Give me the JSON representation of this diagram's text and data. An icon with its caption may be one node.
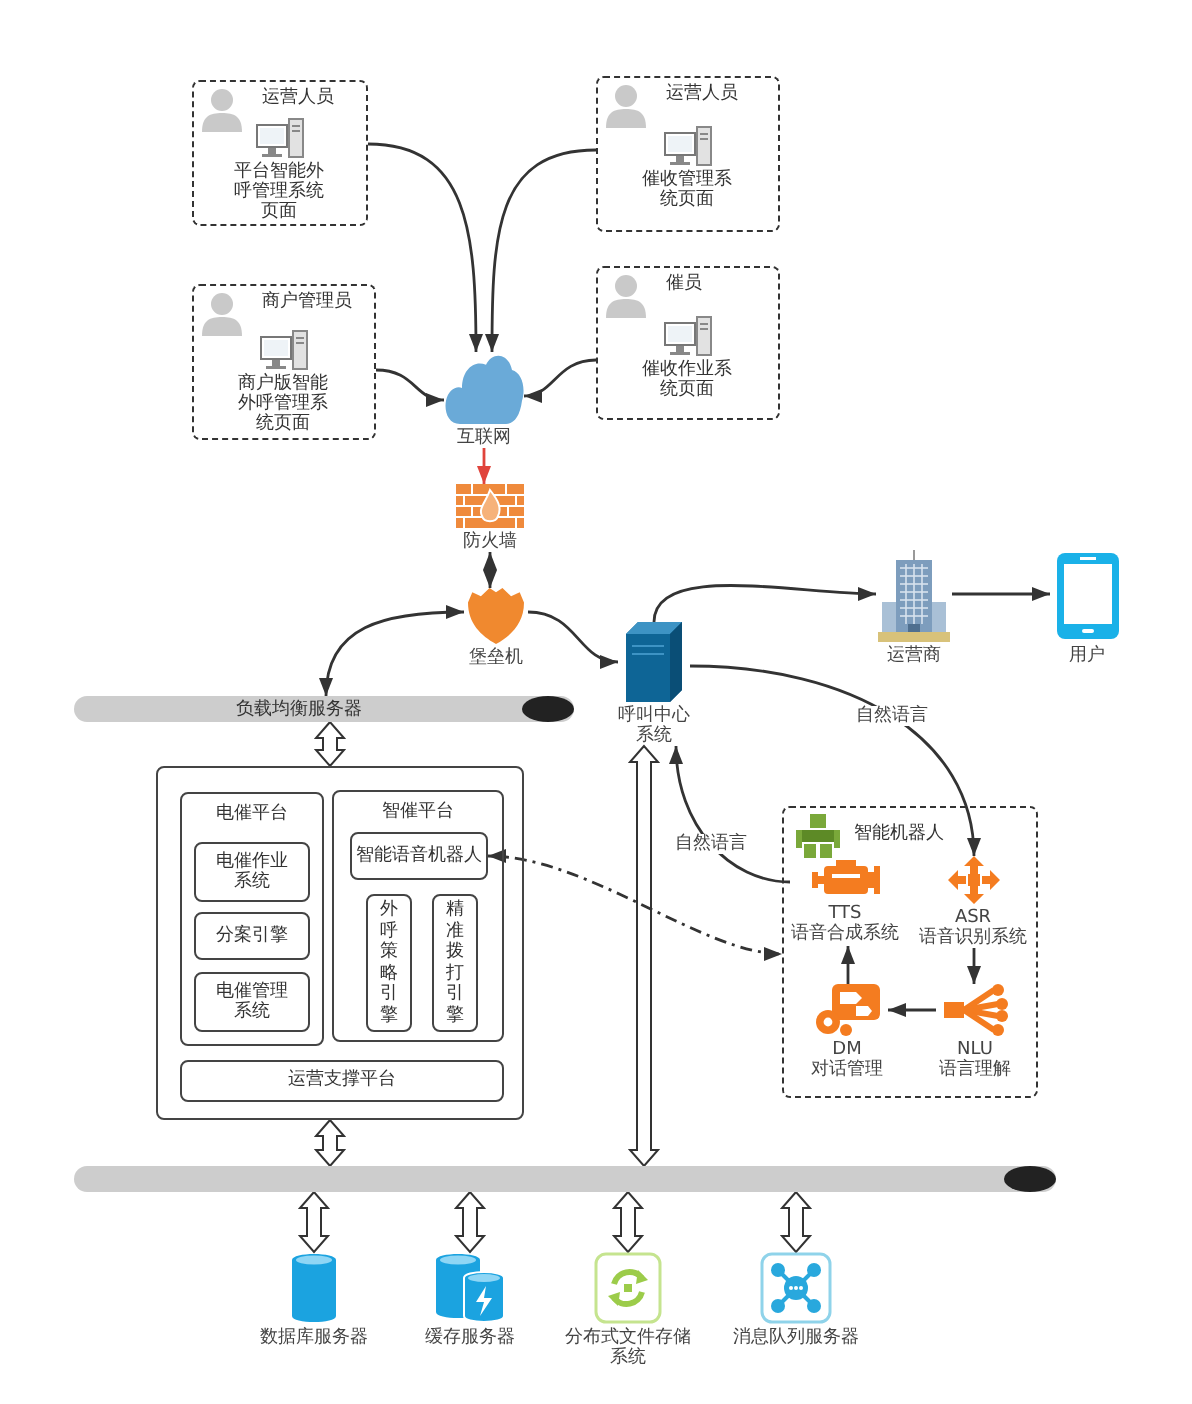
{
  "diagram": {
    "nodes": [
      {
        "text": [
          "运营人员",
          "平台智能外呼管理系统页面"
        ]
      },
      {
        "text": [
          "运营人员",
          "催收管理系统页面"
        ]
      },
      {
        "text": [
          "商户管理员",
          "商户版智能外呼管理系统页面"
        ]
      },
      {
        "text": [
          "催员",
          "催收作业系统页面"
        ]
      },
      {
        "text": [
          "互联网"
        ]
      },
      {
        "text": [
          "防火墙"
        ]
      },
      {
        "text": [
          "堡垒机"
        ]
      },
      {
        "text": [
          "呼叫中心系统"
        ]
      },
      {
        "text": [
          "运营商"
        ]
      },
      {
        "text": [
          "用户"
        ]
      },
      {
        "text": [
          "负载均衡服务器"
        ]
      },
      {
        "text": [],
        "shape": "box"
      },
      {
        "text": [
          "电催平台"
        ],
        "in": 11
      },
      {
        "text": [
          "电催作业系统"
        ],
        "in": 12
      },
      {
        "text": [
          "分案引擎"
        ],
        "in": 12
      },
      {
        "text": [
          "电催管理系统"
        ],
        "in": 12
      },
      {
        "text": [
          "智催平台"
        ],
        "in": 11
      },
      {
        "text": [
          "智能语音机器人"
        ],
        "in": 16
      },
      {
        "text": [
          "外呼策略引擎"
        ],
        "in": 16
      },
      {
        "text": [
          "精准拨打引擎"
        ],
        "in": 16
      },
      {
        "text": [
          "运营支撑平台"
        ],
        "in": 11
      },
      {
        "text": [
          "智能机器人"
        ]
      },
      {
        "text": [
          "TTS 语音合成系统"
        ],
        "in": 21
      },
      {
        "text": [
          "ASR 语音识别系统"
        ],
        "in": 21
      },
      {
        "text": [
          "DM 对话管理"
        ],
        "in": 21
      },
      {
        "text": [
          "NLU 语言理解"
        ],
        "in": 21
      },
      {
        "text": [],
        "shape": "bar"
      },
      {
        "text": [
          "数据库服务器"
        ]
      },
      {
        "text": [
          "缓存服务器"
        ]
      },
      {
        "text": [
          "分布式文件存储系统"
        ]
      },
      {
        "text": [
          "消息队列服务器"
        ]
      }
    ],
    "edges": [
      {
        "from": 0,
        "to": 4,
        "arrow": "to"
      },
      {
        "from": 1,
        "to": 4,
        "arrow": "to"
      },
      {
        "from": 2,
        "to": 4,
        "arrow": "to"
      },
      {
        "from": 3,
        "to": 4,
        "arrow": "to"
      },
      {
        "from": 4,
        "to": 5,
        "arrow": "to",
        "color": "#e0443c"
      },
      {
        "from": 5,
        "to": 6,
        "arrow": "both"
      },
      {
        "from": 6,
        "to": 10,
        "arrow": "both"
      },
      {
        "from": 6,
        "to": 7,
        "arrow": "to"
      },
      {
        "from": 7,
        "to": 8,
        "arrow": "to"
      },
      {
        "from": 8,
        "to": 9,
        "arrow": "to"
      },
      {
        "from": 7,
        "to": 23,
        "arrow": "to",
        "label": "自然语言"
      },
      {
        "from": 22,
        "to": 7,
        "arrow": "to",
        "label": "自然语言"
      },
      {
        "from": 10,
        "to": 11,
        "arrow": "both",
        "style": "thick"
      },
      {
        "from": 11,
        "to": 26,
        "arrow": "both",
        "style": "thick"
      },
      {
        "from": 7,
        "to": 26,
        "arrow": "both",
        "style": "thick"
      },
      {
        "from": 23,
        "to": 25,
        "arrow": "to"
      },
      {
        "from": 25,
        "to": 24,
        "arrow": "to"
      },
      {
        "from": 24,
        "to": 22,
        "arrow": "to"
      },
      {
        "from": 17,
        "to": 21,
        "arrow": "both",
        "style": "dashed"
      },
      {
        "from": 26,
        "to": 27,
        "arrow": "both",
        "style": "thick"
      },
      {
        "from": 26,
        "to": 28,
        "arrow": "both",
        "style": "thick"
      },
      {
        "from": 26,
        "to": 29,
        "arrow": "both",
        "style": "thick"
      },
      {
        "from": 26,
        "to": 30,
        "arrow": "both",
        "style": "thick"
      }
    ]
  }
}
